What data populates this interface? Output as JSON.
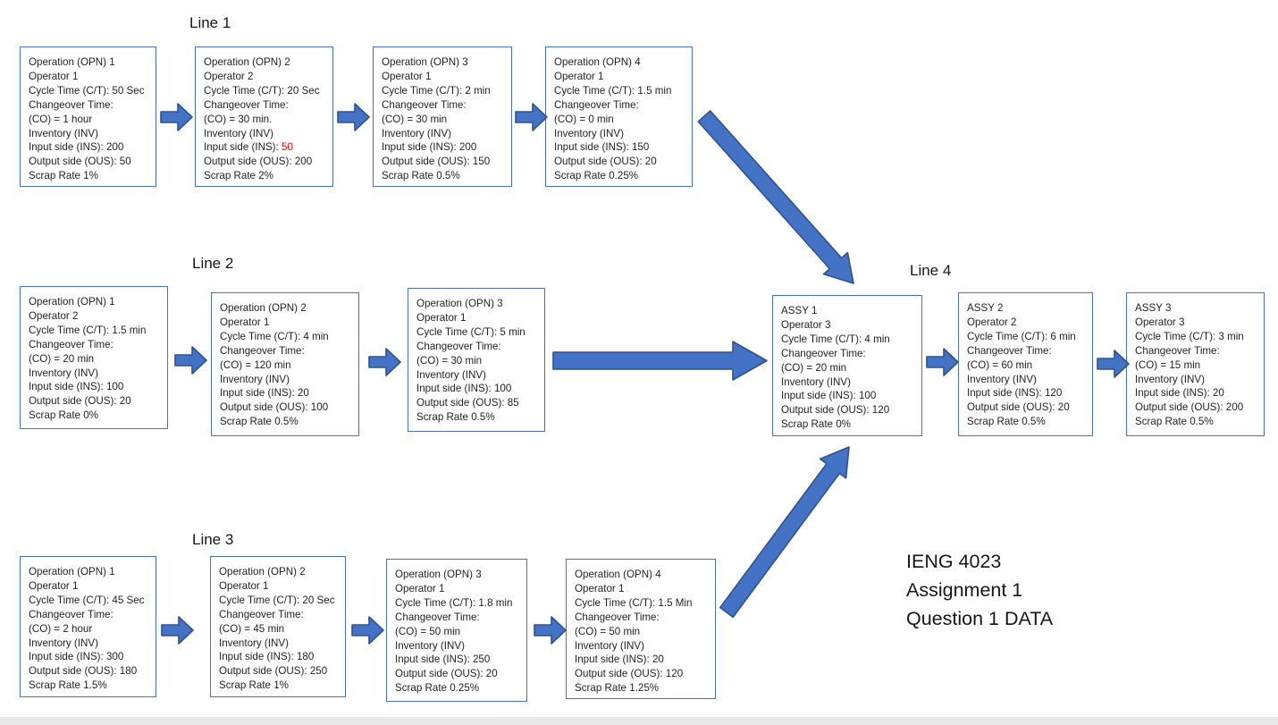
{
  "page": {
    "background": "#FFFFFF",
    "accent_fill": "#4472C4",
    "accent_stroke": "#2F528F",
    "box_border": "#4472C4",
    "red": "#FF0000",
    "bottom_bar": "#E8E8E8"
  },
  "title_block": {
    "line1": "IENG 4023",
    "line2": "Assignment 1",
    "line3": "Question 1 DATA"
  },
  "lines": [
    {
      "label": "Line 1",
      "boxes": [
        {
          "rows": [
            "Operation (OPN) 1",
            "Operator 1",
            "Cycle Time (C/T): 50 Sec",
            "Changeover Time:",
            "(CO) = 1 hour",
            "Inventory (INV)",
            "Input side (INS): 200",
            "Output side (OUS): 50",
            "Scrap Rate 1%"
          ]
        },
        {
          "rows": [
            "Operation (OPN) 2",
            "Operator 2",
            "Cycle Time (C/T): 20 Sec",
            "Changeover Time:",
            "(CO) = 30 min.",
            "Inventory (INV)",
            "Input side (INS): 50",
            "Output side (OUS): 200",
            "Scrap Rate 2%"
          ],
          "red_suffix": {
            "index": 6,
            "text": "50"
          }
        },
        {
          "rows": [
            "Operation (OPN) 3",
            "Operator 1",
            "Cycle Time (C/T): 2 min",
            "Changeover Time:",
            "(CO) = 30 min",
            "Inventory (INV)",
            "Input side (INS): 200",
            "Output side (OUS): 150",
            "Scrap Rate 0.5%"
          ]
        },
        {
          "rows": [
            "Operation (OPN) 4",
            "Operator 1",
            "Cycle Time (C/T): 1.5 min",
            "Changeover Time:",
            "(CO) = 0 min",
            "Inventory (INV)",
            "Input side (INS): 150",
            "Output side (OUS): 20",
            "Scrap Rate 0.25%"
          ]
        }
      ]
    },
    {
      "label": "Line 2",
      "boxes": [
        {
          "rows": [
            "Operation (OPN) 1",
            "Operator 2",
            "Cycle Time (C/T): 1.5 min",
            "Changeover Time:",
            "(CO) = 20 min",
            "Inventory (INV)",
            "Input side (INS): 100",
            "Output side (OUS): 20",
            "Scrap Rate 0%"
          ]
        },
        {
          "rows": [
            "Operation (OPN) 2",
            "Operator 1",
            "Cycle Time (C/T): 4 min",
            "Changeover Time:",
            "(CO) = 120 min",
            "Inventory (INV)",
            "Input side (INS): 20",
            "Output side (OUS): 100",
            "Scrap Rate 0.5%"
          ]
        },
        {
          "rows": [
            "Operation (OPN) 3",
            "Operator 1",
            "Cycle Time (C/T): 5 min",
            "Changeover Time:",
            "(CO) = 30 min",
            "Inventory (INV)",
            "Input side (INS): 100",
            "Output side (OUS): 85",
            "Scrap Rate 0.5%"
          ]
        }
      ]
    },
    {
      "label": "Line 3",
      "boxes": [
        {
          "rows": [
            "Operation (OPN) 1",
            "Operator 1",
            "Cycle Time (C/T): 45 Sec",
            "Changeover Time:",
            "(CO) = 2 hour",
            "Inventory (INV)",
            "Input side (INS): 300",
            "Output side (OUS): 180",
            "Scrap Rate 1.5%"
          ]
        },
        {
          "rows": [
            "Operation (OPN) 2",
            "Operator 1",
            "Cycle Time (C/T): 20 Sec",
            "Changeover Time:",
            "(CO) = 45 min",
            "Inventory (INV)",
            "Input side (INS): 180",
            "Output side (OUS): 250",
            "Scrap Rate 1%"
          ]
        },
        {
          "rows": [
            "Operation (OPN) 3",
            "Operator 1",
            "Cycle Time (C/T): 1.8 min",
            "Changeover Time:",
            "(CO) = 50 min",
            "Inventory (INV)",
            "Input side (INS): 250",
            "Output side (OUS): 20",
            "Scrap Rate 0.25%"
          ]
        },
        {
          "rows": [
            "Operation (OPN) 4",
            "Operator 1",
            "Cycle Time (C/T): 1.5 Min",
            "Changeover Time:",
            "(CO) = 50 min",
            "Inventory (INV)",
            "Input side (INS): 20",
            "Output side (OUS): 120",
            "Scrap Rate 1.25%"
          ]
        }
      ]
    },
    {
      "label": "Line 4",
      "boxes": [
        {
          "rows": [
            "ASSY 1",
            "Operator 3",
            "Cycle Time (C/T): 4 min",
            "Changeover Time:",
            "(CO) = 20 min",
            "Inventory (INV)",
            "Input side (INS): 100",
            "Output side (OUS): 120",
            "Scrap Rate 0%"
          ]
        },
        {
          "rows": [
            "ASSY 2",
            "Operator 2",
            "Cycle Time (C/T): 6 min",
            "Changeover Time:",
            "(CO) = 60 min",
            "Inventory (INV)",
            "Input side (INS): 120",
            "Output side (OUS): 20",
            "Scrap Rate 0.5%"
          ]
        },
        {
          "rows": [
            "ASSY 3",
            "Operator 3",
            "Cycle Time (C/T): 3 min",
            "Changeover Time:",
            "(CO) = 15 min",
            "Inventory (INV)",
            "Input side (INS): 20",
            "Output side (OUS): 200",
            "Scrap Rate 0.5%"
          ]
        }
      ]
    }
  ]
}
